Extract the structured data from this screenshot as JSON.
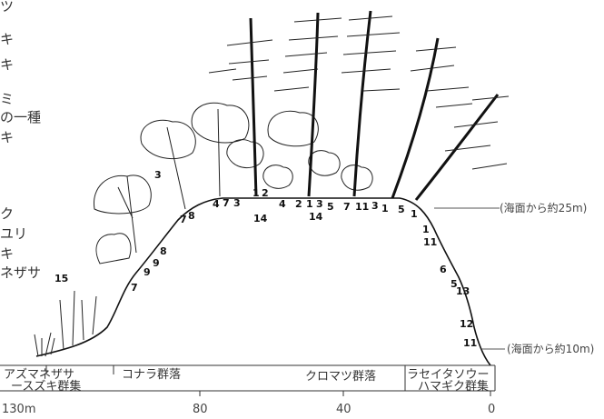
{
  "left_fragments": [
    "ツ",
    "キ",
    "キ",
    "ミ",
    "の一種",
    "キ",
    "ク",
    "ユリ",
    "キ",
    "ネザサ"
  ],
  "elevations": [
    "(海面から約25m)",
    "(海面から約10m)"
  ],
  "zones": [
    "アズマネザサ",
    "ースズキ群集",
    "コナラ群落",
    "クロマツ群落",
    "ラセイタソウー",
    "ハマギク群集"
  ],
  "axis_ticks": [
    "130m",
    "80",
    "40",
    "0"
  ],
  "species_numbers": [
    {
      "n": "15"
    },
    {
      "n": "7"
    },
    {
      "n": "9"
    },
    {
      "n": "9"
    },
    {
      "n": "8"
    },
    {
      "n": "7"
    },
    {
      "n": "8"
    },
    {
      "n": "4"
    },
    {
      "n": "7"
    },
    {
      "n": "3"
    },
    {
      "n": "1"
    },
    {
      "n": "2"
    },
    {
      "n": "14"
    },
    {
      "n": "4"
    },
    {
      "n": "2"
    },
    {
      "n": "1"
    },
    {
      "n": "3"
    },
    {
      "n": "14"
    },
    {
      "n": "5"
    },
    {
      "n": "7"
    },
    {
      "n": "11"
    },
    {
      "n": "3"
    },
    {
      "n": "1"
    },
    {
      "n": "5"
    },
    {
      "n": "1"
    },
    {
      "n": "1"
    },
    {
      "n": "11"
    },
    {
      "n": "6"
    },
    {
      "n": "5"
    },
    {
      "n": "13"
    },
    {
      "n": "12"
    },
    {
      "n": "11"
    },
    {
      "n": "3"
    }
  ]
}
